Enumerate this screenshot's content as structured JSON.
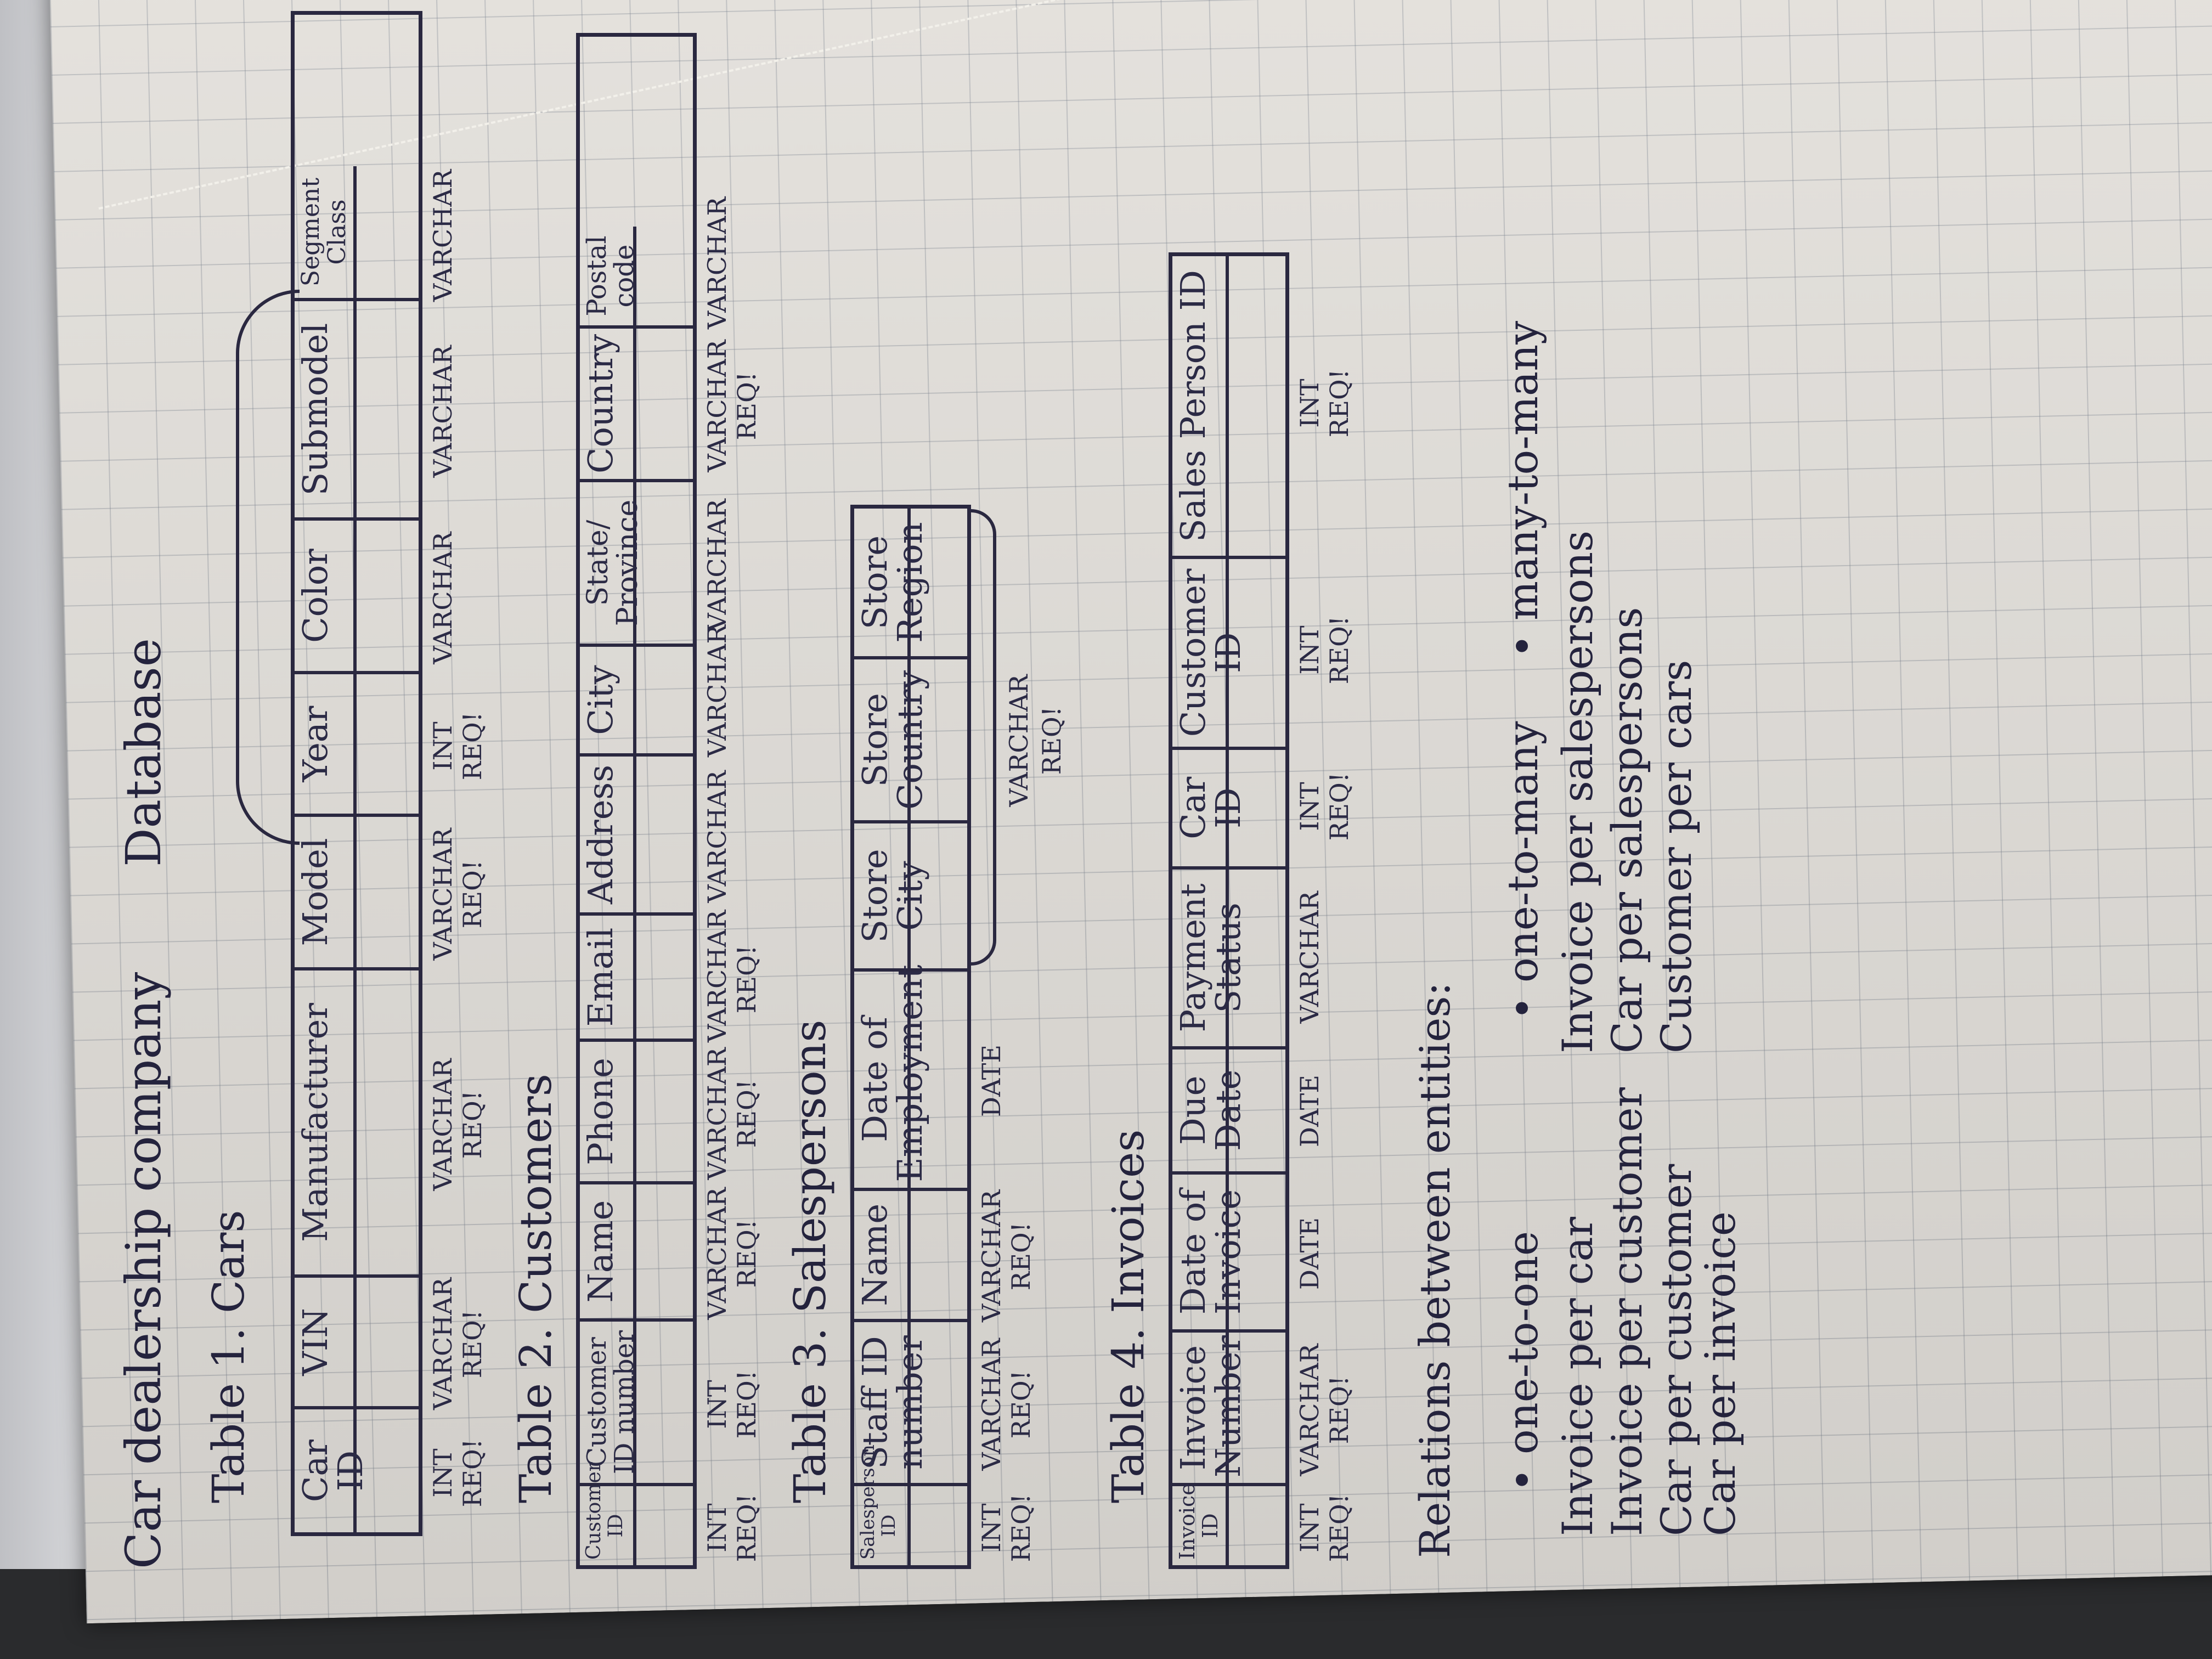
{
  "title_left": "Car dealership company",
  "title_right": "Database",
  "tables": [
    {
      "title": "Table 1. Cars",
      "columns": [
        {
          "name": "Car ID",
          "type": "INT\nREQ!"
        },
        {
          "name": "VIN",
          "type": "VARCHAR\nREQ!"
        },
        {
          "name": "Manufacturer",
          "type": "VARCHAR\nREQ!"
        },
        {
          "name": "Model",
          "type": "VARCHAR\nREQ!"
        },
        {
          "name": "Year",
          "type": "INT\nREQ!"
        },
        {
          "name": "Color",
          "type": "VARCHAR"
        },
        {
          "name": "Submodel",
          "type": "VARCHAR"
        },
        {
          "name": "Segment Class",
          "type": "VARCHAR"
        }
      ]
    },
    {
      "title": "Table 2. Customers",
      "columns": [
        {
          "name": "Customer ID",
          "type": "INT\nREQ!"
        },
        {
          "name": "Customer ID number",
          "type": "INT\nREQ!"
        },
        {
          "name": "Name",
          "type": "VARCHAR\nREQ!"
        },
        {
          "name": "Phone",
          "type": "VARCHAR\nREQ!"
        },
        {
          "name": "Email",
          "type": "VARCHAR\nREQ!"
        },
        {
          "name": "Address",
          "type": "VARCHAR"
        },
        {
          "name": "City",
          "type": "VARCHAR"
        },
        {
          "name": "State/ Province",
          "type": "VARCHAR"
        },
        {
          "name": "Country",
          "type": "VARCHAR\nREQ!"
        },
        {
          "name": "Postal code",
          "type": "VARCHAR"
        }
      ]
    },
    {
      "title": "Table 3. Salespersons",
      "columns": [
        {
          "name": "Salesperson ID",
          "type": "INT\nREQ!"
        },
        {
          "name": "Staff ID number",
          "type": "VARCHAR\nREQ!"
        },
        {
          "name": "Name",
          "type": "VARCHAR\nREQ!"
        },
        {
          "name": "Date of Employment",
          "type": "DATE"
        },
        {
          "name": "Store City",
          "type": ""
        },
        {
          "name": "Store Country",
          "type": ""
        },
        {
          "name": "Store Region",
          "type": ""
        }
      ],
      "group_type": "VARCHAR",
      "group_req": "REQ!"
    },
    {
      "title": "Table 4. Invoices",
      "columns": [
        {
          "name": "Invoice ID",
          "type": "INT\nREQ!"
        },
        {
          "name": "Invoice Number",
          "type": "VARCHAR\nREQ!"
        },
        {
          "name": "Date of Invoice",
          "type": "DATE"
        },
        {
          "name": "Due Date",
          "type": "DATE"
        },
        {
          "name": "Payment Status",
          "type": "VARCHAR"
        },
        {
          "name": "Car ID",
          "type": "INT\nREQ!"
        },
        {
          "name": "Customer ID",
          "type": "INT\nREQ!"
        },
        {
          "name": "Sales Person ID",
          "type": "INT\nREQ!"
        }
      ]
    }
  ],
  "relations": {
    "heading": "Relations between entities:",
    "one_to_one": {
      "label": "• one-to-one",
      "items": [
        "Invoice per car",
        "Invoice per customer",
        "Car per customer",
        "Car per invoice"
      ]
    },
    "one_to_many": {
      "label": "• one-to-many",
      "items": [
        "Invoice per salespersons",
        "Car per salespersons",
        "Customer per cars"
      ]
    },
    "many_to_many": {
      "label": "• many-to-many"
    }
  },
  "colors": {
    "ink": "#2a2840",
    "paper": "#e3e0db",
    "grid": "#78808c"
  }
}
